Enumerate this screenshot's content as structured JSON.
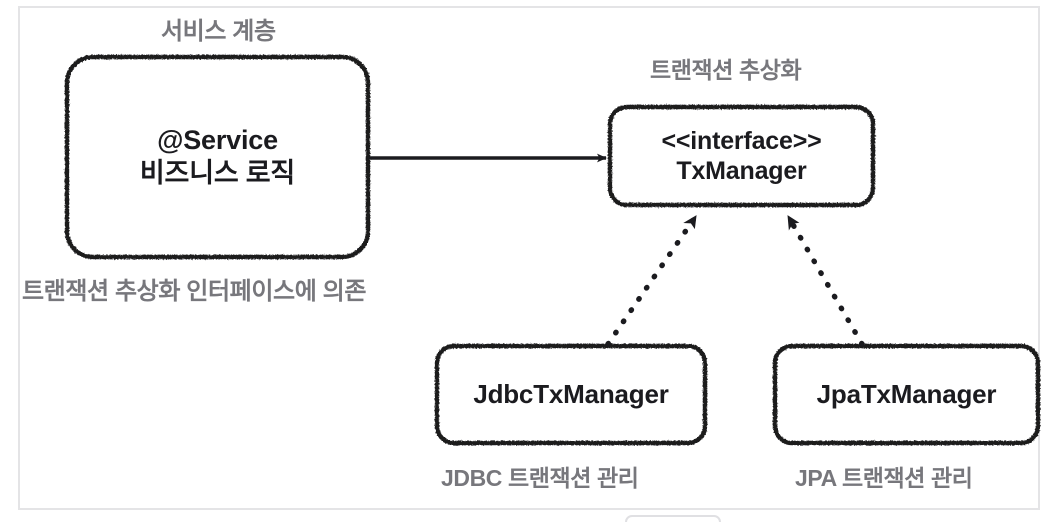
{
  "diagram": {
    "title_labels": {
      "service_layer": "서비스 계층",
      "tx_abstraction": "트랜잭션 추상화",
      "depends_note": "트랜잭션 추상화 인터페이스에 의존",
      "jdbc_note": "JDBC 트랜잭션 관리",
      "jpa_note": "JPA 트랜잭션 관리"
    },
    "nodes": {
      "service": {
        "line1": "@Service",
        "line2": "비즈니스 로직"
      },
      "txmanager": {
        "line1": "<<interface>>",
        "line2": "TxManager"
      },
      "jdbc": {
        "line1": "JdbcTxManager"
      },
      "jpa": {
        "line1": "JpaTxManager"
      }
    },
    "colors": {
      "stroke": "#1b1b1f",
      "caption": "#77777c",
      "frame": "#e4e4e6",
      "background": "#ffffff"
    },
    "edges": [
      {
        "name": "service-to-txmanager",
        "style": "solid",
        "arrowhead": "filled"
      },
      {
        "name": "jdbc-implements-txmanager",
        "style": "dotted",
        "arrowhead": "filled"
      },
      {
        "name": "jpa-implements-txmanager",
        "style": "dotted",
        "arrowhead": "filled"
      }
    ]
  }
}
